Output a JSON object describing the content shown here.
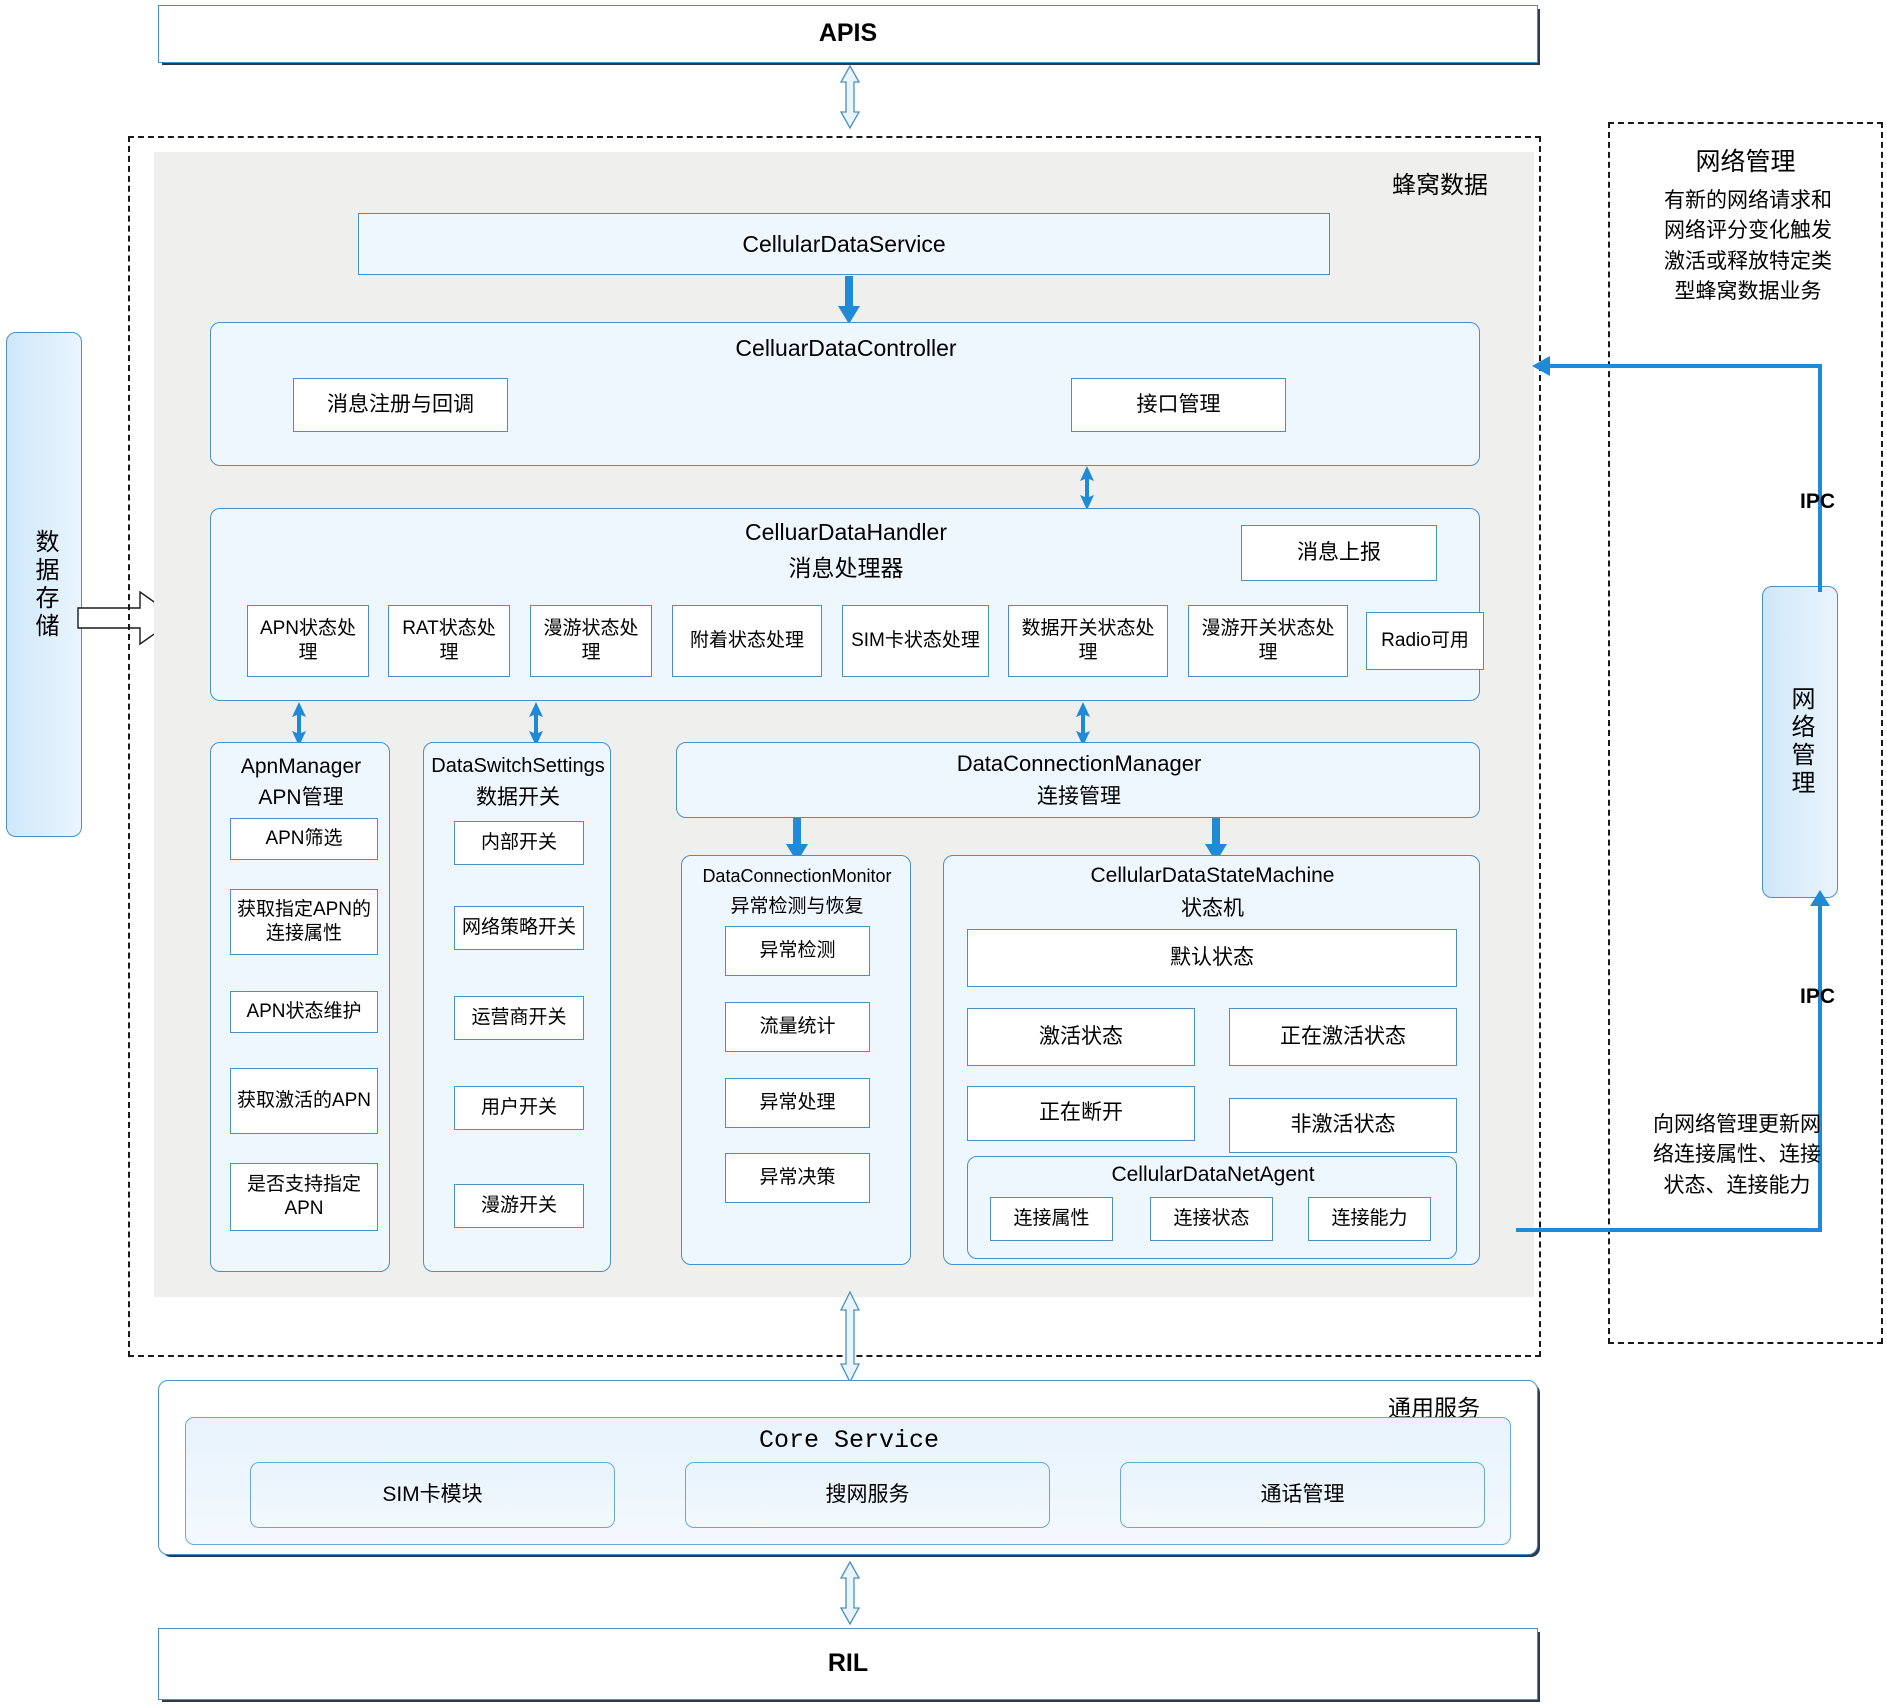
{
  "diagram": {
    "title_top": "APIS",
    "title_bottom": "RIL",
    "cellular_region_label": "蜂窝数据",
    "data_storage_label": "数据存储",
    "service_box": "CellularDataService",
    "controller": {
      "title": "CelluarDataController",
      "items": [
        "消息注册与回调",
        "接口管理"
      ]
    },
    "handler": {
      "title_en": "CelluarDataHandler",
      "title_cn": "消息处理器",
      "report_box": "消息上报",
      "processors": [
        "APN状态处理",
        "RAT状态处理",
        "漫游状态处理",
        "附着状态处理",
        "SIM卡状态处理",
        "数据开关状态处理",
        "漫游开关状态处理",
        "Radio可用"
      ]
    },
    "apn_manager": {
      "title_en": "ApnManager",
      "title_cn": "APN管理",
      "items": [
        "APN筛选",
        "获取指定APN的连接属性",
        "APN状态维护",
        "获取激活的APN",
        "是否支持指定APN"
      ]
    },
    "data_switch": {
      "title_en": "DataSwitchSettings",
      "title_cn": "数据开关",
      "items": [
        "内部开关",
        "网络策略开关",
        "运营商开关",
        "用户开关",
        "漫游开关"
      ]
    },
    "connection_manager": {
      "title_en": "DataConnectionManager",
      "title_cn": "连接管理"
    },
    "connection_monitor": {
      "title_en": "DataConnectionMonitor",
      "title_cn": "异常检测与恢复",
      "items": [
        "异常检测",
        "流量统计",
        "异常处理",
        "异常决策"
      ]
    },
    "state_machine": {
      "title_en": "CellularDataStateMachine",
      "title_cn": "状态机",
      "default_state": "默认状态",
      "states": [
        "激活状态",
        "正在激活状态",
        "正在断开",
        "非激活状态"
      ],
      "net_agent": {
        "title": "CellularDataNetAgent",
        "items": [
          "连接属性",
          "连接状态",
          "连接能力"
        ]
      }
    },
    "network_mgmt": {
      "title": "网络管理",
      "desc_top": "有新的网络请求和网络评分变化触发激活或释放特定类型蜂窝数据业务",
      "vertical_label": "网络管理",
      "ipc_top": "IPC",
      "ipc_bottom": "IPC",
      "desc_bottom": "向网络管理更新网络连接属性、连接状态、连接能力"
    },
    "common_service": {
      "region_label": "通用服务",
      "core_title": "Core Service",
      "items": [
        "SIM卡模块",
        "搜网服务",
        "通话管理"
      ]
    },
    "colors": {
      "accent_blue": "#1f8ad6",
      "border_blue": "#4a90c4",
      "panel_bg": "#eff7fe",
      "region_bg": "#efefed"
    }
  }
}
